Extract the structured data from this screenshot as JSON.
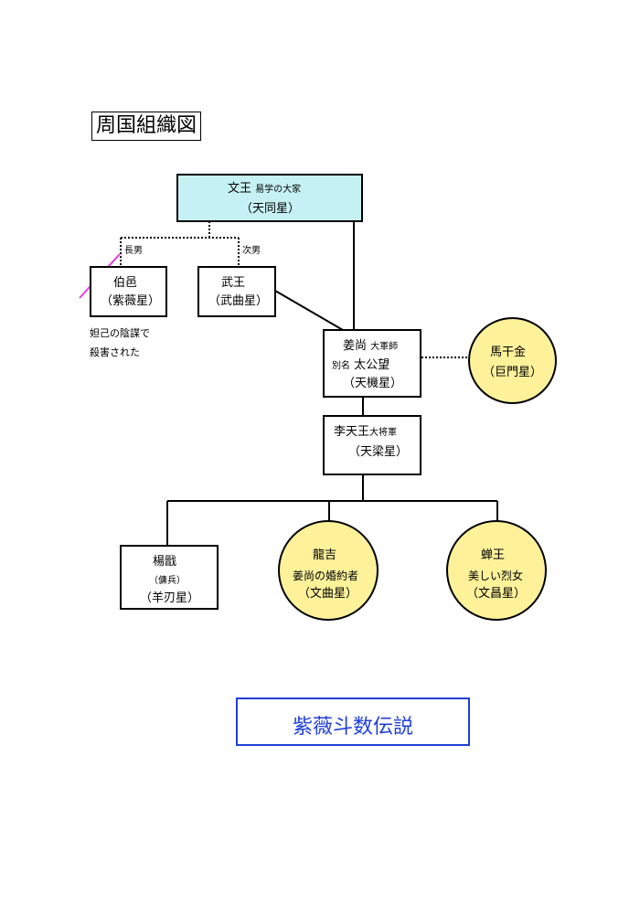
{
  "title": "周国組織図",
  "colors": {
    "king_fill": "#c6f1f4",
    "circle_fill": "#fdf19a",
    "accent_blue": "#1f3fd8",
    "strike": "#e23ee4"
  },
  "nodes": {
    "bunno": {
      "name": "文王",
      "desc": "易学の大家",
      "star": "（天同星）"
    },
    "yuko": {
      "relation": "長男",
      "name": "伯邑",
      "star": "（紫薇星）",
      "note1": "妲己の陰謀で",
      "note2": "殺害された"
    },
    "buo": {
      "relation": "次男",
      "name": "武王",
      "star": "（武曲星）"
    },
    "kyosho": {
      "name": "姜尚",
      "role": "大軍師",
      "alias_label": "別名",
      "alias": "太公望",
      "star": "（天機星）"
    },
    "bakankin": {
      "name": "馬干金",
      "star": "（巨門星）"
    },
    "ritenno": {
      "name": "李天王",
      "role": "大将軍",
      "star": "（天梁星）"
    },
    "yosen": {
      "name": "楊戩",
      "desc": "（傭兵）",
      "star": "（羊刃星）"
    },
    "ryukichi": {
      "name": "龍吉",
      "desc": "姜尚の婚約者",
      "star": "（文曲星）"
    },
    "sen_o": {
      "name": "蝉王",
      "desc": "美しい烈女",
      "star": "（文昌星）"
    }
  },
  "footer": "紫薇斗数伝説"
}
